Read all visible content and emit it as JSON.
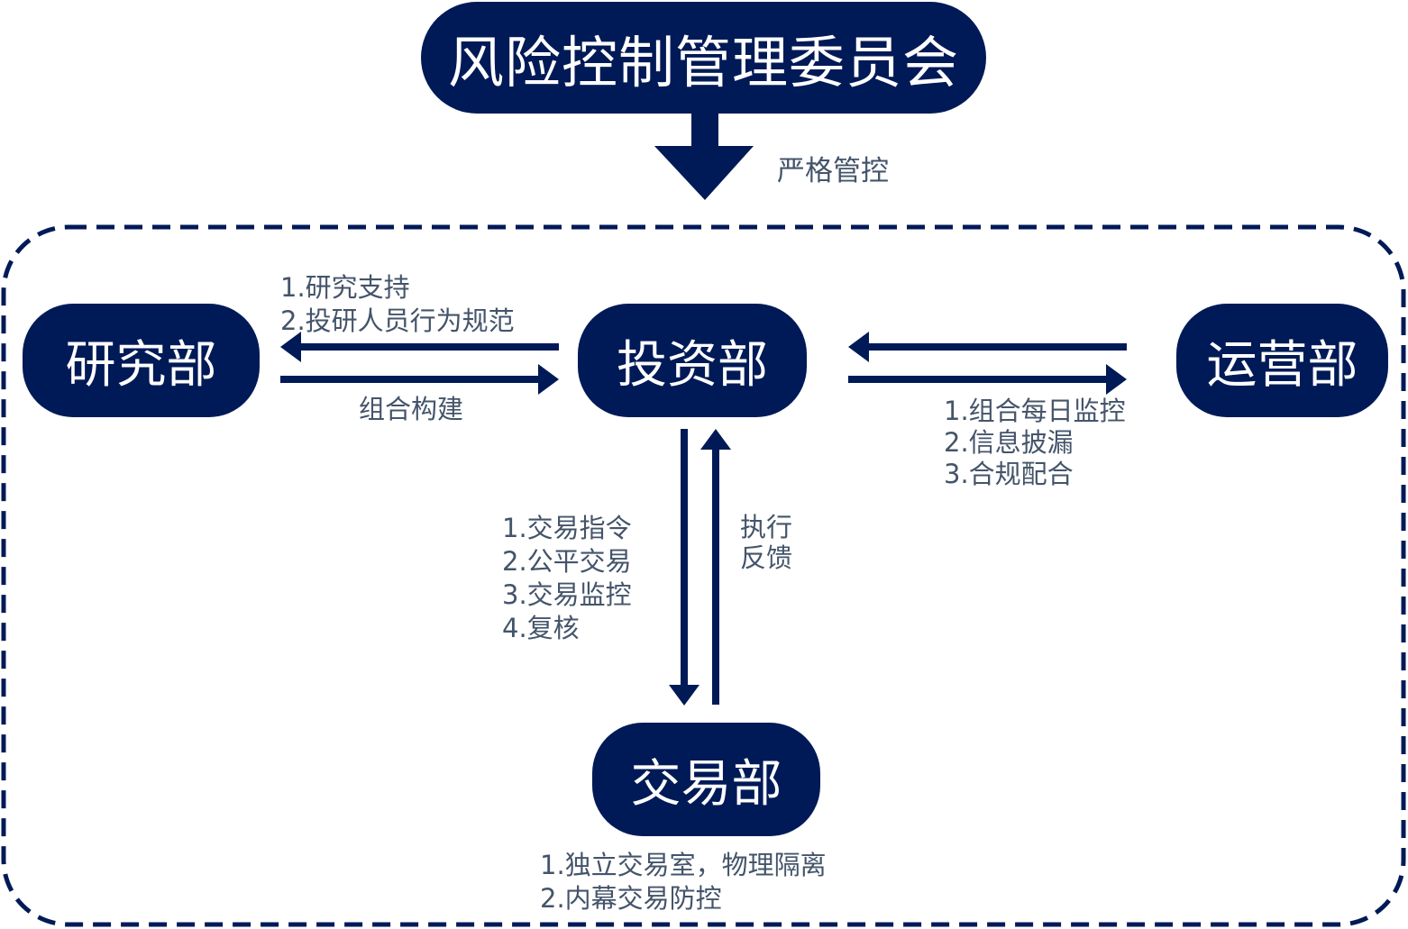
{
  "nodes": {
    "committee": "风险控制管理委员会",
    "research": "研究部",
    "investment": "投资部",
    "operations": "运营部",
    "trading": "交易部"
  },
  "labels": {
    "strict_control": "严格管控",
    "research_to_invest": [
      "1.研究支持",
      "2.投研人员行为规范"
    ],
    "invest_to_research": "组合构建",
    "ops_relation": [
      "1.组合每日监控",
      "2.信息披漏",
      "3.合规配合"
    ],
    "invest_to_trading": [
      "1.交易指令",
      "2.公平交易",
      "3.交易监控",
      "4.复核"
    ],
    "trading_to_invest": [
      "执行",
      "反馈"
    ],
    "trading_controls": [
      "1.独立交易室，物理隔离",
      "2.内幕交易防控"
    ]
  },
  "colors": {
    "node_fill": "#001a57",
    "node_text": "#ffffff",
    "label_text": "#44546a",
    "border": "#001a57"
  }
}
